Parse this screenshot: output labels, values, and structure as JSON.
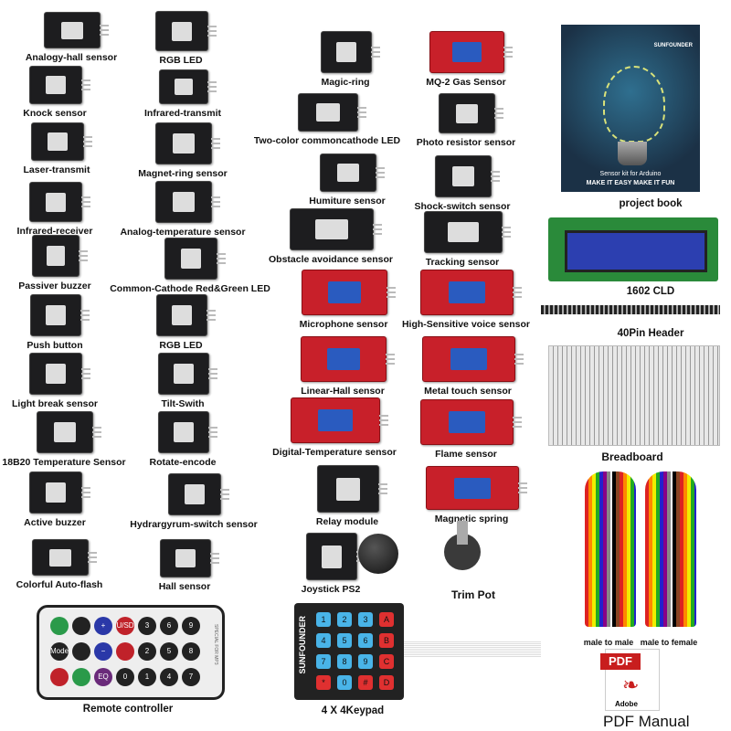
{
  "components": [
    {
      "label": "Analogy-hall sensor",
      "board": "dark"
    },
    {
      "label": "Knock sensor",
      "board": "dark"
    },
    {
      "label": "Laser-transmit",
      "board": "dark"
    },
    {
      "label": "Infrared-receiver",
      "board": "dark"
    },
    {
      "label": "Passiver buzzer",
      "board": "dark"
    },
    {
      "label": "Push button",
      "board": "dark"
    },
    {
      "label": "Light break sensor",
      "board": "dark"
    },
    {
      "label": "18B20 Temperature Sensor",
      "board": "dark"
    },
    {
      "label": "Active buzzer",
      "board": "dark"
    },
    {
      "label": "Colorful Auto-flash",
      "board": "dark"
    },
    {
      "label": "RGB LED",
      "board": "dark"
    },
    {
      "label": "Infrared-transmit",
      "board": "dark"
    },
    {
      "label": "Magnet-ring sensor",
      "board": "dark"
    },
    {
      "label": "Analog-temperature sensor",
      "board": "dark"
    },
    {
      "label": "Common-Cathode Red&Green LED",
      "board": "dark"
    },
    {
      "label": "RGB LED",
      "board": "dark"
    },
    {
      "label": "Tilt-Swith",
      "board": "dark"
    },
    {
      "label": "Rotate-encode",
      "board": "dark"
    },
    {
      "label": "Hydrargyrum-switch sensor",
      "board": "dark"
    },
    {
      "label": "Hall sensor",
      "board": "dark"
    },
    {
      "label": "Magic-ring",
      "board": "dark"
    },
    {
      "label": "Two-color commoncathode LED",
      "board": "dark"
    },
    {
      "label": "Humiture sensor",
      "board": "dark"
    },
    {
      "label": "Obstacle avoidance sensor",
      "board": "dark"
    },
    {
      "label": "Microphone sensor",
      "board": "red"
    },
    {
      "label": "Linear-Hall sensor",
      "board": "red"
    },
    {
      "label": "Digital-Temperature sensor",
      "board": "red"
    },
    {
      "label": "Relay module",
      "board": "dark"
    },
    {
      "label": "Joystick PS2",
      "board": "dark"
    },
    {
      "label": "MQ-2 Gas Sensor",
      "board": "red"
    },
    {
      "label": "Photo resistor sensor",
      "board": "dark"
    },
    {
      "label": "Shock-switch sensor",
      "board": "dark"
    },
    {
      "label": "Tracking sensor",
      "board": "dark"
    },
    {
      "label": "High-Sensitive voice sensor",
      "board": "red"
    },
    {
      "label": "Metal touch sensor",
      "board": "red"
    },
    {
      "label": "Flame sensor",
      "board": "red"
    },
    {
      "label": "Magnetic spring",
      "board": "red"
    },
    {
      "label": "Trim Pot",
      "board": "none"
    }
  ],
  "project_book": {
    "label": "project book",
    "brand": "SUNFOUNDER",
    "subtitle": "Sensor kit for Arduino",
    "slogan": "MAKE IT EASY MAKE IT FUN"
  },
  "lcd": {
    "label": "1602 CLD"
  },
  "pin_header": {
    "label": "40Pin Header"
  },
  "breadboard": {
    "label": "Breadboard"
  },
  "jumper_wires": {
    "male_to_male": "male to male",
    "male_to_female": "male to female"
  },
  "pdf_manual": {
    "badge": "PDF",
    "brand": "Adobe",
    "label": "PDF Manual"
  },
  "remote": {
    "label": "Remote controller",
    "side_text": "SPECIAL FOR MP3",
    "buttons": [
      "",
      "",
      "+",
      "U/SD",
      "3",
      "6",
      "9",
      "Mode",
      "",
      "−",
      "",
      "2",
      "5",
      "8",
      "",
      "",
      "EQ",
      "0",
      "1",
      "4",
      "7"
    ],
    "button_colors": [
      "#2a9a4a",
      "#222",
      "#2a38a8",
      "#c0222a",
      "#222",
      "#222",
      "#222",
      "#222",
      "#222",
      "#2a38a8",
      "#c0222a",
      "#222",
      "#222",
      "#222",
      "#c0222a",
      "#2a9a4a",
      "#6a2a7a",
      "#222",
      "#222",
      "#222",
      "#222"
    ]
  },
  "keypad": {
    "label": "4 X 4Keypad",
    "brand": "SUNFOUNDER",
    "keys": [
      "1",
      "2",
      "3",
      "A",
      "4",
      "5",
      "6",
      "B",
      "7",
      "8",
      "9",
      "C",
      "*",
      "0",
      "#",
      "D"
    ],
    "key_colors": [
      "#49b4e8",
      "#49b4e8",
      "#49b4e8",
      "#e03030",
      "#49b4e8",
      "#49b4e8",
      "#49b4e8",
      "#e03030",
      "#49b4e8",
      "#49b4e8",
      "#49b4e8",
      "#e03030",
      "#e03030",
      "#49b4e8",
      "#e03030",
      "#e03030"
    ]
  }
}
